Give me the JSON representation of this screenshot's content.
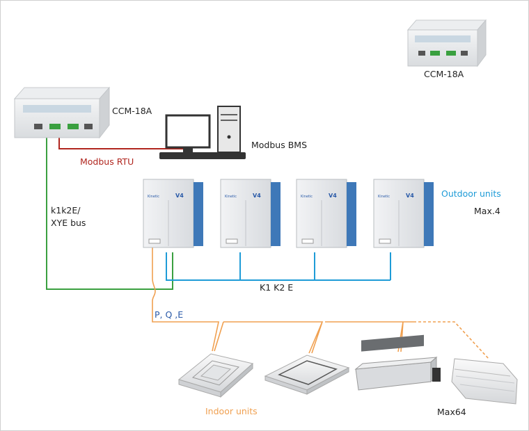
{
  "devices": {
    "ccm_top_label": "CCM-18A",
    "ccm_main_label": "CCM-18A",
    "bms_label": "Modbus BMS"
  },
  "links": {
    "modbus_rtu": "Modbus RTU",
    "bus_line1": "k1k2E/",
    "bus_line2": "XYE bus",
    "k1k2e": "K1 K2 E",
    "pqe": "P, Q ,E"
  },
  "outdoor": {
    "label": "Outdoor units",
    "max": "Max.4",
    "unit_count": 4
  },
  "indoor": {
    "label": "Indoor units",
    "max": "Max64"
  },
  "colors": {
    "modbus_red": "#b0251e",
    "bus_green": "#3aa040",
    "k1k2e_blue": "#1e9bd7",
    "pqe_orange": "#f0a050",
    "pqe_text_blue": "#2a5aa8"
  }
}
